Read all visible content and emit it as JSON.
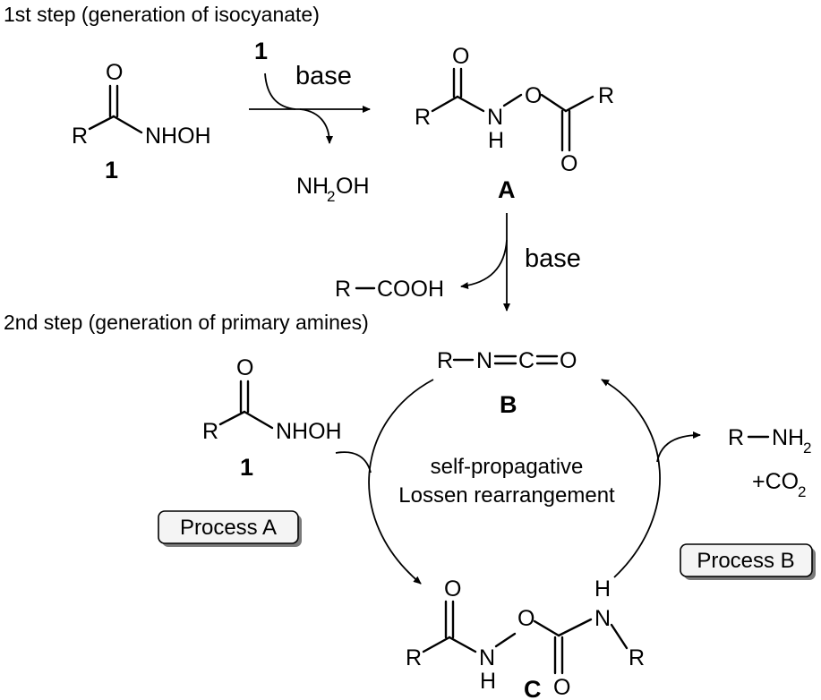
{
  "headings": {
    "step1": "1st step (generation of isocyanate)",
    "step2": "2nd step (generation of primary amines)"
  },
  "atoms": {
    "R": "R",
    "O": "O",
    "N": "N",
    "H": "H",
    "C": "C",
    "NHOH": "NHOH",
    "NH2OH_main": "NH",
    "NH2OH_sub": "2",
    "NH2OH_tail": "OH",
    "COOH": "COOH",
    "NH2_main": "NH",
    "NH2_sub": "2",
    "CO2_main": "+CO",
    "CO2_sub": "2"
  },
  "compound_labels": {
    "one": "1",
    "A": "A",
    "B": "B",
    "C": "C"
  },
  "reagents": {
    "base": "base"
  },
  "cycle": {
    "line1": "self-propagative",
    "line2": "Lossen rearrangement"
  },
  "processes": {
    "a": "Process A",
    "b": "Process B"
  }
}
